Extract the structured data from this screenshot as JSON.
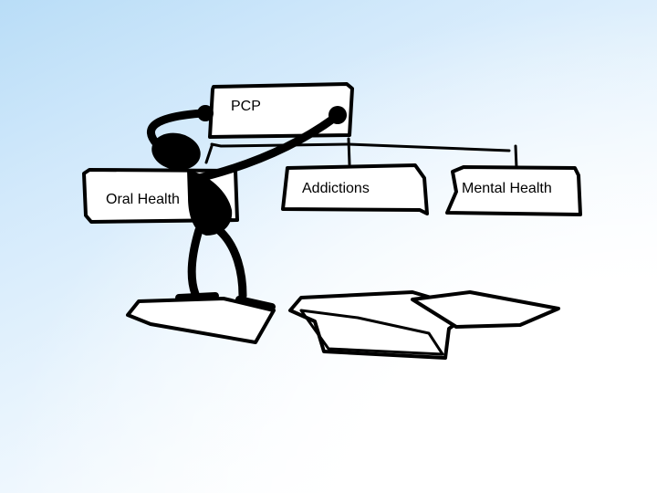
{
  "diagram": {
    "boxes": {
      "pcp": "PCP",
      "oral_health": "Oral Health",
      "addictions": "Addictions",
      "mental_health": "Mental Health"
    }
  }
}
